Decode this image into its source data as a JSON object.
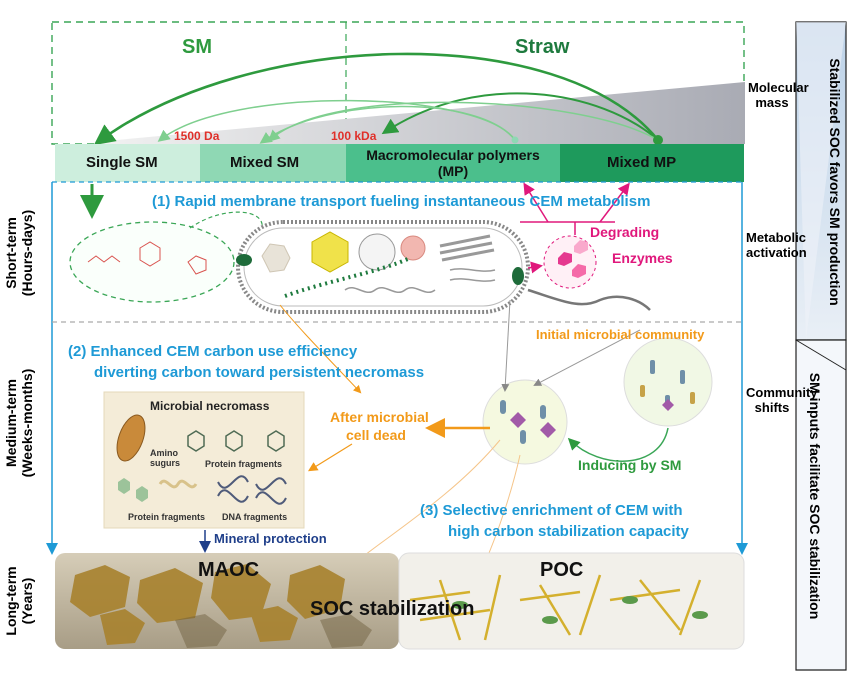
{
  "top_headers": {
    "left": "SM",
    "right": "Straw"
  },
  "mass_axis": {
    "marker1": "1500 Da",
    "marker2": "100 kDa"
  },
  "mass_bar": {
    "segments": [
      {
        "label": "Single SM",
        "color": "#cdeedd"
      },
      {
        "label": "Mixed SM",
        "color": "#8fd8b4"
      },
      {
        "label": "Macromolecular polymers (MP)",
        "color": "#4bbf8c"
      },
      {
        "label": "Mixed MP",
        "color": "#1e9a5c"
      }
    ]
  },
  "right_captions": {
    "molecular_mass": "Molecular mass",
    "metabolic_activation": "Metabolic activation",
    "community_shifts": "Community shifts"
  },
  "time_axis": {
    "short": "Short-term (Hours-days)",
    "medium": "Medium-term (Weeks-months)",
    "long": "Long-term (Years)"
  },
  "steps": {
    "step1": "(1) Rapid membrane transport fueling instantaneous CEM metabolism",
    "step2_line1": "(2) Enhanced CEM carbon use efficiency",
    "step2_line2": "diverting carbon toward persistent necromass",
    "step3_line1": "(3) Selective enrichment of CEM with",
    "step3_line2": "high carbon stabilization capacity"
  },
  "labels": {
    "degrading": "Degrading",
    "enzymes": "Enzymes",
    "initial_community": "Initial microbial community",
    "after_dead_line1": "After microbial",
    "after_dead_line2": "cell dead",
    "inducing": "Inducing by SM",
    "mineral_protection": "Mineral protection"
  },
  "necromass_box": {
    "title": "Microbial necromass",
    "amino": "Amino sugurs",
    "protein1": "Protein fragments",
    "protein2": "Protein fragments",
    "dna": "DNA fragments"
  },
  "bottom": {
    "maoc": "MAOC",
    "poc": "POC",
    "soc": "SOC stabilization"
  },
  "side_bars": {
    "outer": "Stabilized SOC favors SM production",
    "inner": "SM inputs facilitate SOC stabilization"
  },
  "colors": {
    "sm_green": "#2e9a3e",
    "step_blue": "#1e9ad6",
    "orange": "#f29a1a",
    "magenta": "#e0187c",
    "navy": "#1f3f8a",
    "red_marker": "#e0302a"
  }
}
